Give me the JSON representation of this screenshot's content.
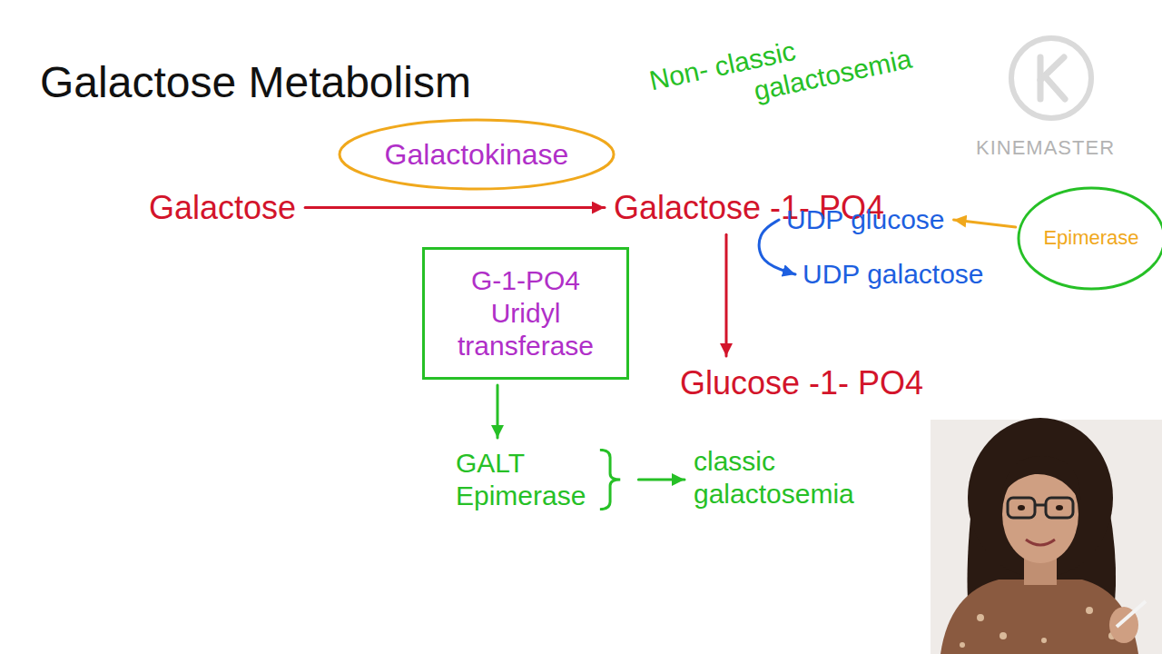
{
  "diagram": {
    "title": "Galactose Metabolism",
    "nodes": [
      {
        "text": [
          "Galactose"
        ]
      },
      {
        "text": [
          "Galactokinase"
        ]
      },
      {
        "text": [
          "Galactose -1- PO4"
        ]
      },
      {
        "text": [
          "UDP glucose"
        ]
      },
      {
        "text": [
          "UDP galactose"
        ]
      },
      {
        "text": [
          "Epimerase"
        ]
      },
      {
        "text": [
          "G-1-PO4 Uridyl transferase"
        ]
      },
      {
        "text": [
          "Glucose -1- PO4"
        ]
      },
      {
        "text": [
          "GALT",
          "Epimerase"
        ]
      },
      {
        "text": [
          "classic galactosemia"
        ]
      }
    ],
    "edges": [
      {
        "from": 0,
        "to": 2,
        "arrow": "to"
      },
      {
        "from": 2,
        "to": 7,
        "arrow": "to"
      },
      {
        "from": 3,
        "to": 4,
        "arrow": "to"
      },
      {
        "from": 5,
        "to": 3,
        "arrow": "to"
      },
      {
        "from": 6,
        "to": 8,
        "arrow": "to"
      },
      {
        "from": 8,
        "to": 9,
        "arrow": "to"
      }
    ],
    "labels": [
      "Non- classic galactosemia",
      "KINEMASTER"
    ]
  }
}
